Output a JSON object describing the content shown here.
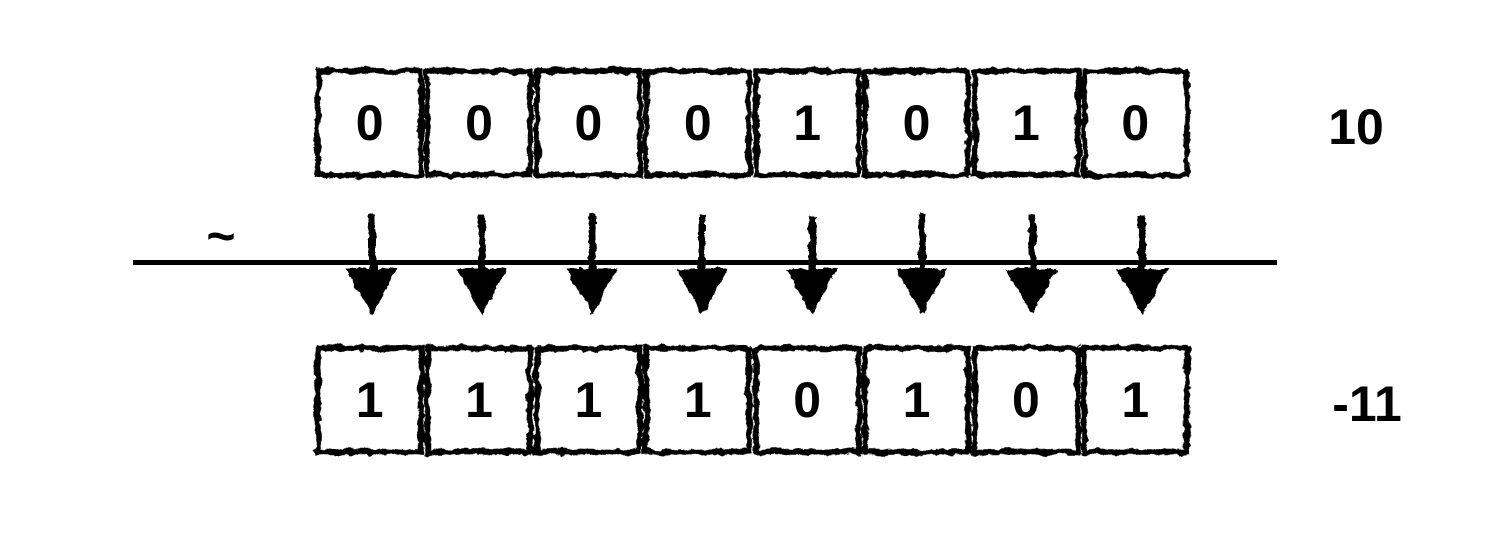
{
  "colors": {
    "ink": "#000000",
    "background": "#ffffff"
  },
  "diagram": {
    "operator_symbol": "~",
    "top_row": {
      "bits": [
        "0",
        "0",
        "0",
        "0",
        "1",
        "0",
        "1",
        "0"
      ],
      "value_label": "10"
    },
    "bottom_row": {
      "bits": [
        "1",
        "1",
        "1",
        "1",
        "0",
        "1",
        "0",
        "1"
      ],
      "value_label": "-11"
    },
    "arrow_icon": "down-arrow-icon",
    "arrow_count": 8
  }
}
